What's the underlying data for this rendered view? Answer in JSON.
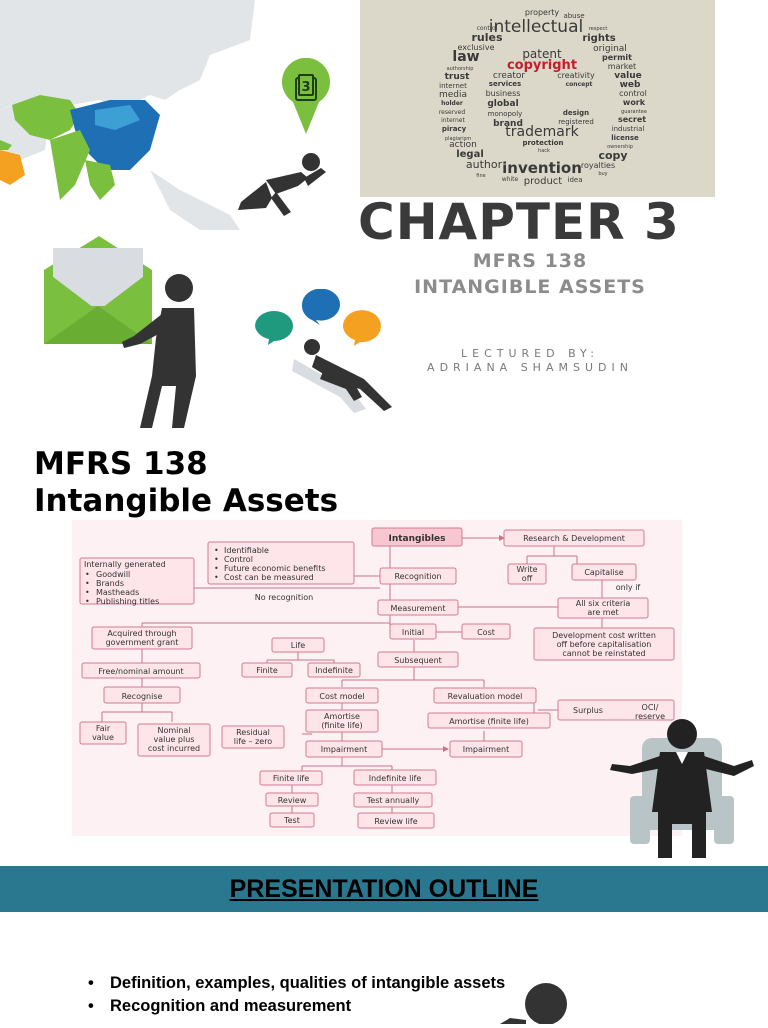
{
  "slide": {
    "chapter_title": "CHAPTER 3",
    "subtitle_line1": "MFRS 138",
    "subtitle_line2": "INTANGIBLE ASSETS",
    "lecturer_label": "LECTURED BY:",
    "lecturer_name": "ADRIANA SHAMSUDIN",
    "badge_text": "3",
    "colors": {
      "accent_green": "#7bbf3f",
      "accent_blue": "#1f6fb4",
      "cloud_bg": "#dcd8c9",
      "title_gray": "#3a3a3a",
      "outline_bar": "#29788f"
    }
  },
  "wordcloud": {
    "words": [
      "property",
      "abuse",
      "intellectual",
      "control",
      "respect",
      "rules",
      "rights",
      "exclusive",
      "patent",
      "original",
      "copyright",
      "law",
      "permit",
      "authorship",
      "market",
      "trust",
      "creator",
      "creativity",
      "value",
      "internet",
      "services",
      "concept",
      "web",
      "media",
      "business",
      "control",
      "holder",
      "reserved",
      "global",
      "work",
      "guarantee",
      "internet",
      "monopoly",
      "design",
      "secret",
      "piracy",
      "brand",
      "registered",
      "industrial",
      "plagiarism",
      "trademark",
      "license",
      "action",
      "protection",
      "ownership",
      "legal",
      "hack",
      "copy",
      "author",
      "royalties",
      "fine",
      "invention",
      "buy",
      "white",
      "product",
      "idea"
    ]
  },
  "heading": {
    "line1": "MFRS 138",
    "line2": "Intangible Assets"
  },
  "diagram": {
    "intangibles": "Intangibles",
    "research_dev": "Research & Development",
    "internal_title": "Internally generated",
    "internal_items": [
      "Goodwill",
      "Brands",
      "Mastheads",
      "Publishing titles"
    ],
    "criteria_items": [
      "Identifiable",
      "Control",
      "Future economic benefits",
      "Cost can be measured"
    ],
    "recognition": "Recognition",
    "write_off_1": "Write",
    "write_off_2": "off",
    "capitalise": "Capitalise",
    "only_if": "only if",
    "no_recognition": "No recognition",
    "measurement": "Measurement",
    "six_criteria_1": "All six criteria",
    "six_criteria_2": "are met",
    "acquired_1": "Acquired through",
    "acquired_2": "government grant",
    "initial": "Initial",
    "cost": "Cost",
    "dev_cost_1": "Development cost written",
    "dev_cost_2": "off before capitalisation",
    "dev_cost_3": "cannot be reinstated",
    "life": "Life",
    "free_nominal": "Free/nominal amount",
    "finite": "Finite",
    "indefinite": "Indefinite",
    "subsequent": "Subsequent",
    "recognise": "Recognise",
    "cost_model": "Cost model",
    "revaluation_model": "Revaluation model",
    "surplus": "Surplus",
    "oci_1": "OCI/",
    "oci_2": "reserve",
    "fair_1": "Fair",
    "fair_2": "value",
    "nominal_1": "Nominal",
    "nominal_2": "value plus",
    "nominal_3": "cost incurred",
    "amortise_1": "Amortise",
    "amortise_2": "(finite life)",
    "amortise_reval": "Amortise (finite life)",
    "residual_1": "Residual",
    "residual_2": "life – zero",
    "impairment": "Impairment",
    "impairment_reval": "Impairment",
    "finite_life": "Finite life",
    "indefinite_life": "Indefinite life",
    "review": "Review",
    "test_annually": "Test annually",
    "test": "Test",
    "review_life": "Review life"
  },
  "outline": {
    "title": "PRESENTATION OUTLINE",
    "bullets": [
      "Definition, examples, qualities of intangible assets",
      "Recognition and measurement"
    ]
  }
}
